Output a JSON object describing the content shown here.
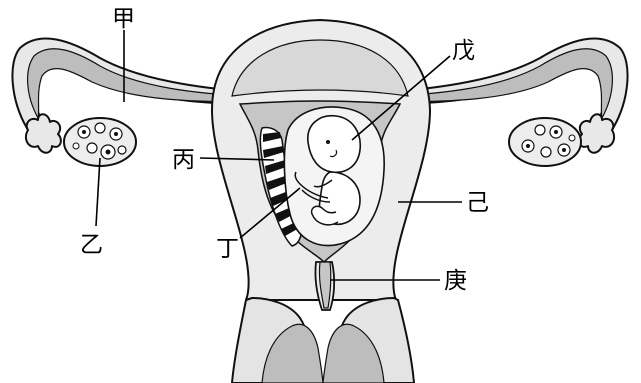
{
  "labels": {
    "jia": "甲",
    "yi": "乙",
    "bing": "丙",
    "ding": "丁",
    "wu": "戊",
    "ji": "己",
    "geng": "庚"
  },
  "colors": {
    "wall": "#ececec",
    "cavity": "#c9c9c9",
    "tube": "#bfbfbf",
    "outline": "#111111"
  }
}
